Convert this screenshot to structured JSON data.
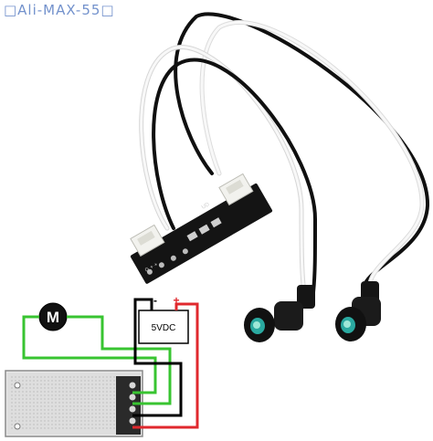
{
  "watermark": "□Ali-MAX-55□",
  "diagram": {
    "motor_label": "M",
    "supply_label": "5VDC",
    "negative_label": "-",
    "positive_label": "+"
  },
  "board": {
    "silk_top": "UD",
    "silk_bottom": "G + +"
  },
  "colors": {
    "background": "#ffffff",
    "pcb": "#111111",
    "wire_black": "#101010",
    "wire_white": "#f4f4f4",
    "diagram_green": "#38c431",
    "diagram_red": "#e0282d",
    "diagram_black": "#000000",
    "sensor_lens": "#2aa9a0"
  }
}
